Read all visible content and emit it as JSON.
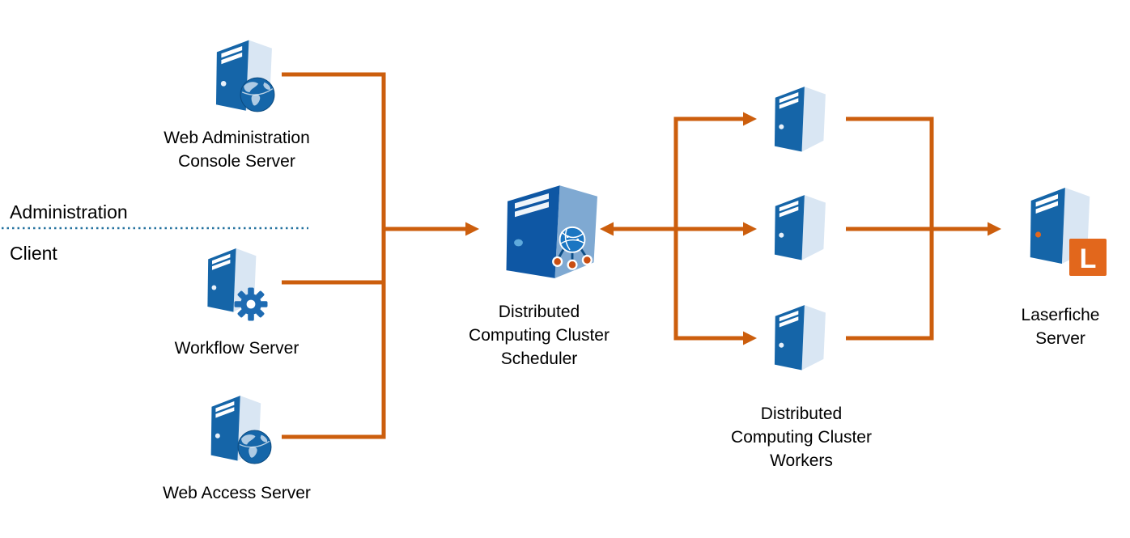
{
  "zones": {
    "admin": "Administration",
    "client": "Client"
  },
  "nodes": {
    "web_admin_console": "Web Administration\nConsole Server",
    "workflow": "Workflow Server",
    "web_access": "Web Access Server",
    "scheduler": "Distributed\nComputing Cluster\nScheduler",
    "workers": "Distributed\nComputing Cluster\nWorkers",
    "laserfiche": "Laserfiche\nServer",
    "laserfiche_badge": "L"
  },
  "colors": {
    "connector_orange": "#CC5E0D",
    "divider_blue": "#24729F",
    "server_front_blue": "#1565A8",
    "server_side_light": "#D9E6F3",
    "server_stripe": "#FFFFFF",
    "scheduler_front_blue": "#0E57A4",
    "scheduler_side_blue": "#7FA9D2",
    "laserfiche_orange": "#E2671C",
    "globe_blue": "#1566A9",
    "globe_land": "#AECBE4",
    "gear_blue": "#1E6BB2",
    "network_globe_blue": "#1B76C2",
    "network_node_orange": "#C94E12",
    "text_black": "#000000"
  }
}
